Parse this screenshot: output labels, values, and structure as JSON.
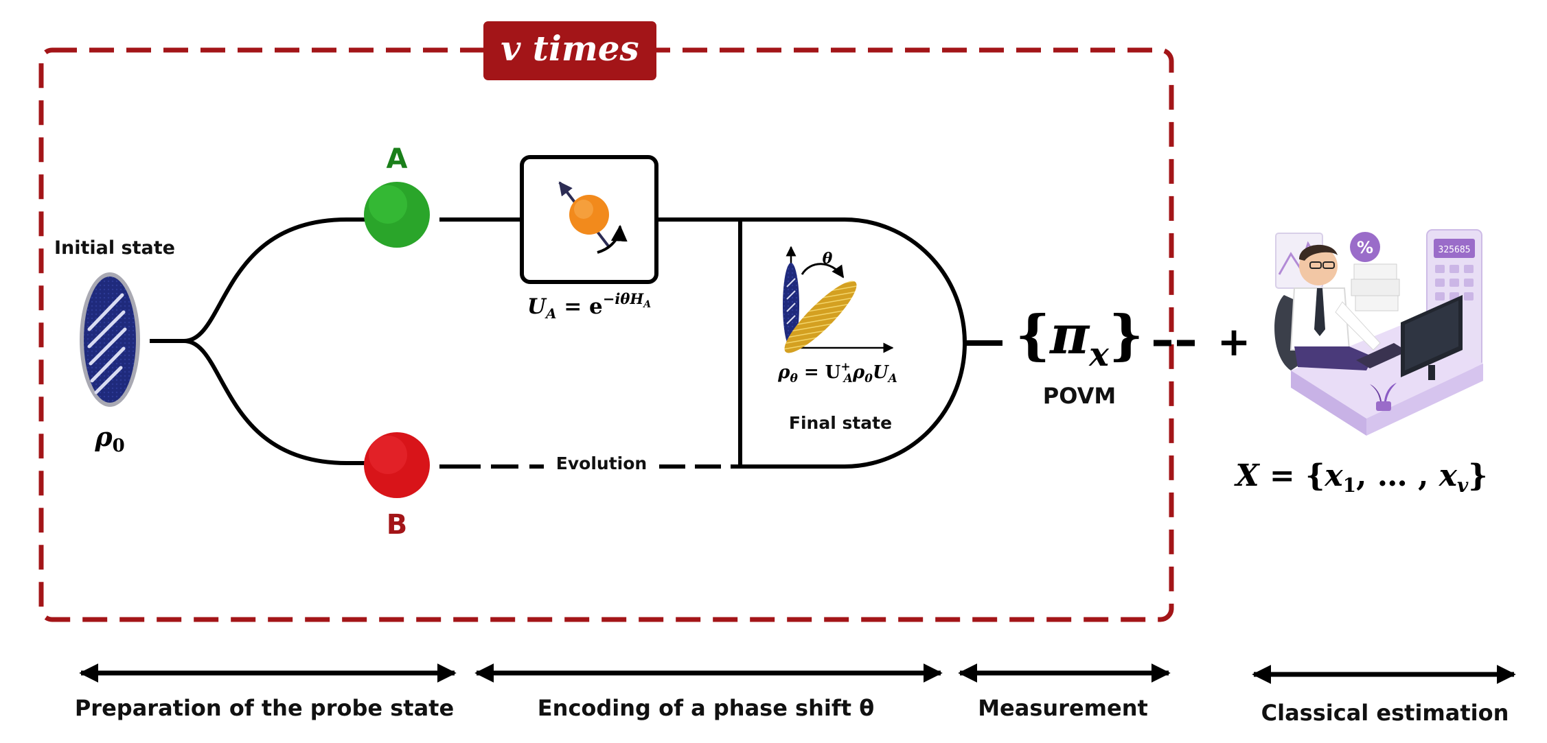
{
  "loop_label": "v times",
  "colors": {
    "accent_red": "#a31518",
    "qubit_a": "#2aa52a",
    "qubit_b": "#d81419",
    "label_a": "#1a7f1a",
    "label_b": "#a31518",
    "probe_blue": "#1f2a7c",
    "evolved_gold": "#d4a021",
    "spin_orange": "#f28a1c",
    "line": "#000000"
  },
  "initial_state": {
    "label": "Initial state",
    "symbol": "ρ",
    "subscript": "0"
  },
  "qubits": {
    "a_label": "A",
    "b_label": "B"
  },
  "unitary": {
    "icon": "spin-rotation-icon",
    "lhs": "U",
    "lhs_sub": "A",
    "eq": " = e",
    "exp": "−iθH",
    "exp_sub": "A"
  },
  "evolution_label": "Evolution",
  "final_state": {
    "label": "Final state",
    "theta": "θ",
    "rho": "ρ",
    "rho_sub": "θ",
    "eq": " = U",
    "u_sup": "+",
    "u_sub": "A",
    "rho2": "ρ",
    "rho2_sub": "0",
    "u2": "U",
    "u2_sub": "A"
  },
  "povm": {
    "open": "{",
    "symbol": "π",
    "sub": "x",
    "close": "}",
    "label": "POVM"
  },
  "plus": "+",
  "classical": {
    "icon": "person-at-computer-icon",
    "calculator_display": "325685",
    "badge": "%",
    "lhs": "X",
    "eq": " = {",
    "x1": "x",
    "x1_sub": "1",
    "dots": ", … , ",
    "xv": "x",
    "xv_sub": "v",
    "close": "}"
  },
  "stages": [
    {
      "label": "Preparation of the probe state"
    },
    {
      "label": "Encoding of a phase shift θ"
    },
    {
      "label": "Measurement"
    },
    {
      "label": "Classical estimation"
    }
  ]
}
